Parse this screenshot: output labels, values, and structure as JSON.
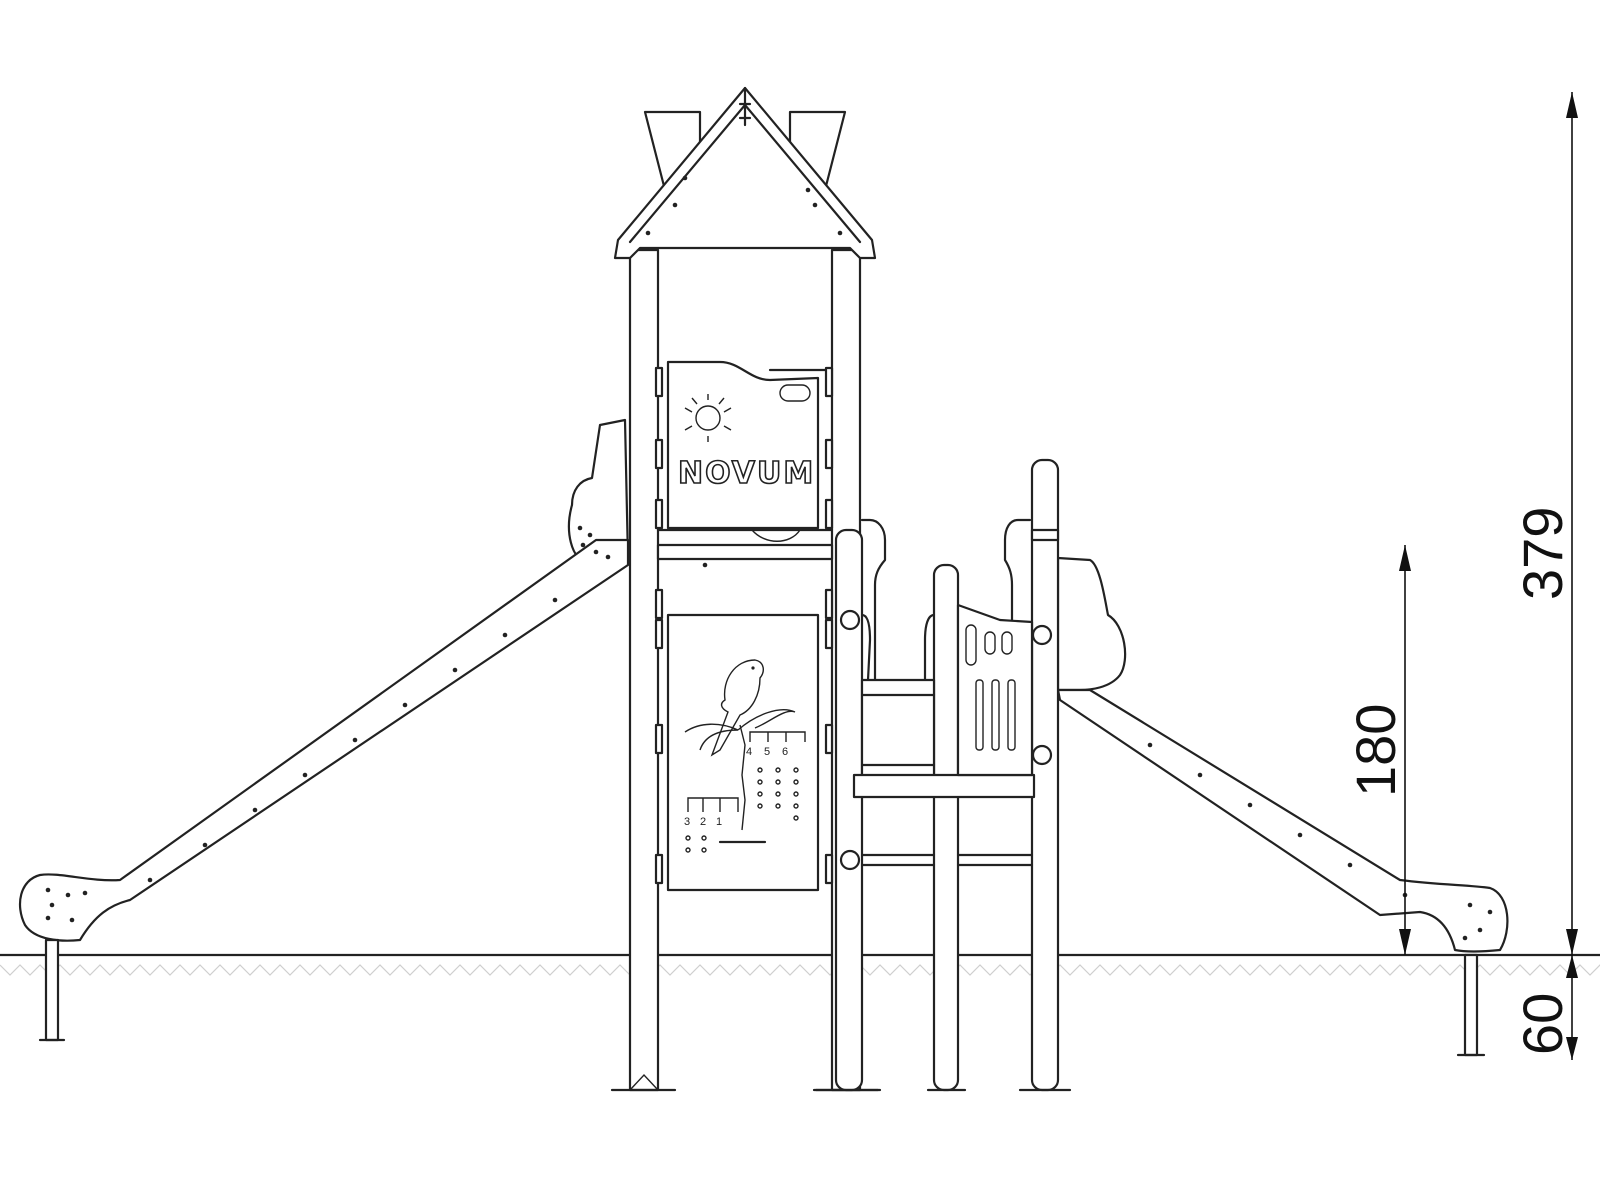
{
  "drawing": {
    "brand_panel_text": "NOVUM",
    "counting_digits_left": [
      "3",
      "2",
      "1"
    ],
    "counting_digits_right": [
      "4",
      "5",
      "6"
    ]
  },
  "dimensions": {
    "total_height": "379",
    "platform_height": "180",
    "foundation_depth": "60"
  }
}
